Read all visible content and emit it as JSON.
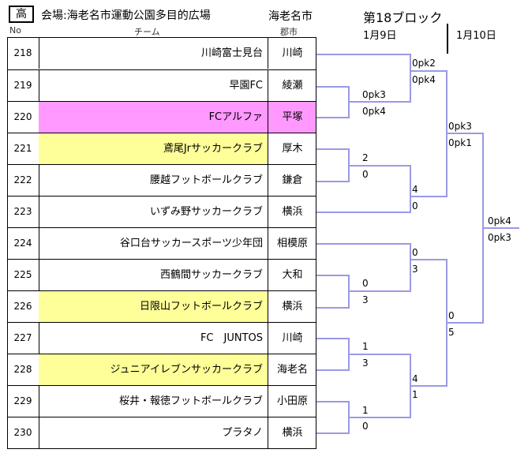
{
  "header": {
    "grade": "高",
    "venue": "会場:海老名市運動公園多目的広場",
    "host_city": "海老名市",
    "block": "第18ブロック",
    "date_day1": "1月9日",
    "date_day2": "1月10日",
    "col_no": "No",
    "col_team": "チーム",
    "col_city": "郡市"
  },
  "colors": {
    "pink": "#ff99ff",
    "yellow": "#ffff99",
    "bracket": "#9a99e6"
  },
  "teams": [
    {
      "no": "218",
      "name": "川崎富士見台",
      "city": "川崎",
      "hl": ""
    },
    {
      "no": "219",
      "name": "早園FC",
      "city": "綾瀬",
      "hl": ""
    },
    {
      "no": "220",
      "name": "FCアルファ",
      "city": "平塚",
      "hl": "pink"
    },
    {
      "no": "221",
      "name": "鳶尾Jrサッカークラブ",
      "city": "厚木",
      "hl": "yellow"
    },
    {
      "no": "222",
      "name": "腰越フットボールクラブ",
      "city": "鎌倉",
      "hl": ""
    },
    {
      "no": "223",
      "name": "いずみ野サッカークラブ",
      "city": "横浜",
      "hl": ""
    },
    {
      "no": "224",
      "name": "谷口台サッカースポーツ少年団",
      "city": "相模原",
      "hl": ""
    },
    {
      "no": "225",
      "name": "西鶴間サッカークラブ",
      "city": "大和",
      "hl": ""
    },
    {
      "no": "226",
      "name": "日限山フットボールクラブ",
      "city": "横浜",
      "hl": "yellow"
    },
    {
      "no": "227",
      "name": "FC　JUNTOS",
      "city": "川崎",
      "hl": ""
    },
    {
      "no": "228",
      "name": "ジュニアイレブンサッカークラブ",
      "city": "海老名",
      "hl": "yellow"
    },
    {
      "no": "229",
      "name": "桜井・報徳フットボールクラブ",
      "city": "小田原",
      "hl": ""
    },
    {
      "no": "230",
      "name": "プラタノ",
      "city": "横浜",
      "hl": ""
    }
  ],
  "scores": {
    "m219_220_a": "0pk3",
    "m219_220_b": "0pk4",
    "m218_w_a": "0pk2",
    "m218_w_b": "0pk4",
    "m221_222_a": "2",
    "m221_222_b": "0",
    "m_w_223_a": "4",
    "m_w_223_b": "0",
    "semi1_a": "0pk3",
    "semi1_b": "0pk1",
    "m225_226_a": "0",
    "m225_226_b": "3",
    "m224_w_a": "0",
    "m224_w_b": "3",
    "m227_228_a": "1",
    "m227_228_b": "3",
    "m229_230_a": "1",
    "m229_230_b": "0",
    "m_lower_a": "4",
    "m_lower_b": "1",
    "semi2_a": "0",
    "semi2_b": "5",
    "final_a": "0pk4",
    "final_b": "0pk3"
  }
}
